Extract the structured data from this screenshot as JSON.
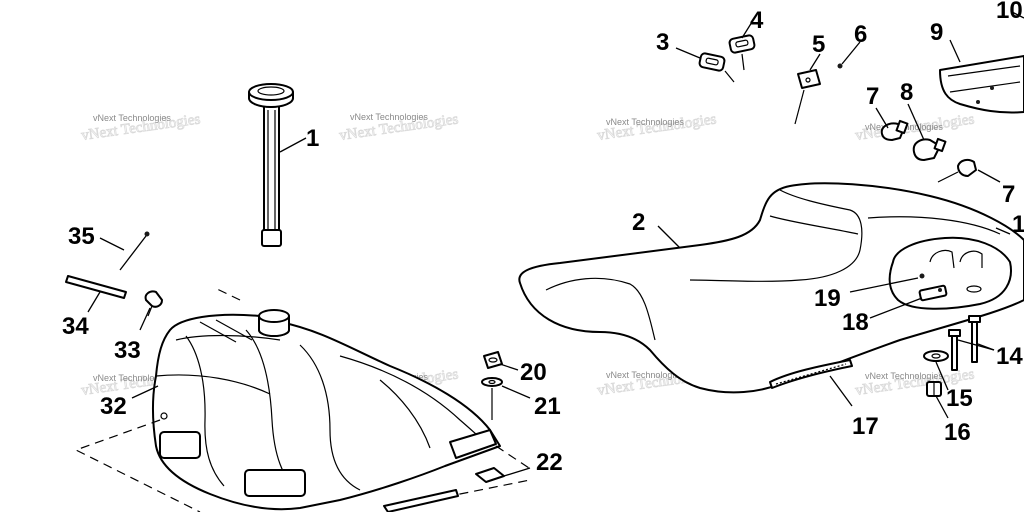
{
  "watermark": "vNext Technologies",
  "callouts": {
    "c1": "1",
    "c2": "2",
    "c3": "3",
    "c4": "4",
    "c5": "5",
    "c6": "6",
    "c7a": "7",
    "c7b": "7",
    "c8": "8",
    "c9": "9",
    "c10": "10",
    "c11": "1",
    "c14": "14",
    "c15": "15",
    "c16": "16",
    "c17": "17",
    "c18": "18",
    "c19": "19",
    "c20": "20",
    "c21": "21",
    "c22": "22",
    "c32": "32",
    "c33": "33",
    "c34": "34",
    "c35": "35"
  }
}
